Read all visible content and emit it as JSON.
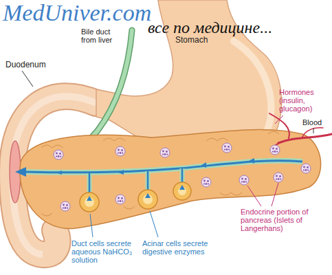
{
  "diagram": {
    "labels": [
      "MedUniver.com",
      "все по медицине...",
      "Bile duct from liver",
      "Stomach",
      "Duodenum",
      "Hormones (insulin, glucagon)",
      "Blood",
      "Endocrine portion of pancreas (Islets of Langerhans)",
      "Duct cells secrete aqueous NaHCO₃ solution",
      "Acinar cells secrete digestive enzymes"
    ]
  }
}
